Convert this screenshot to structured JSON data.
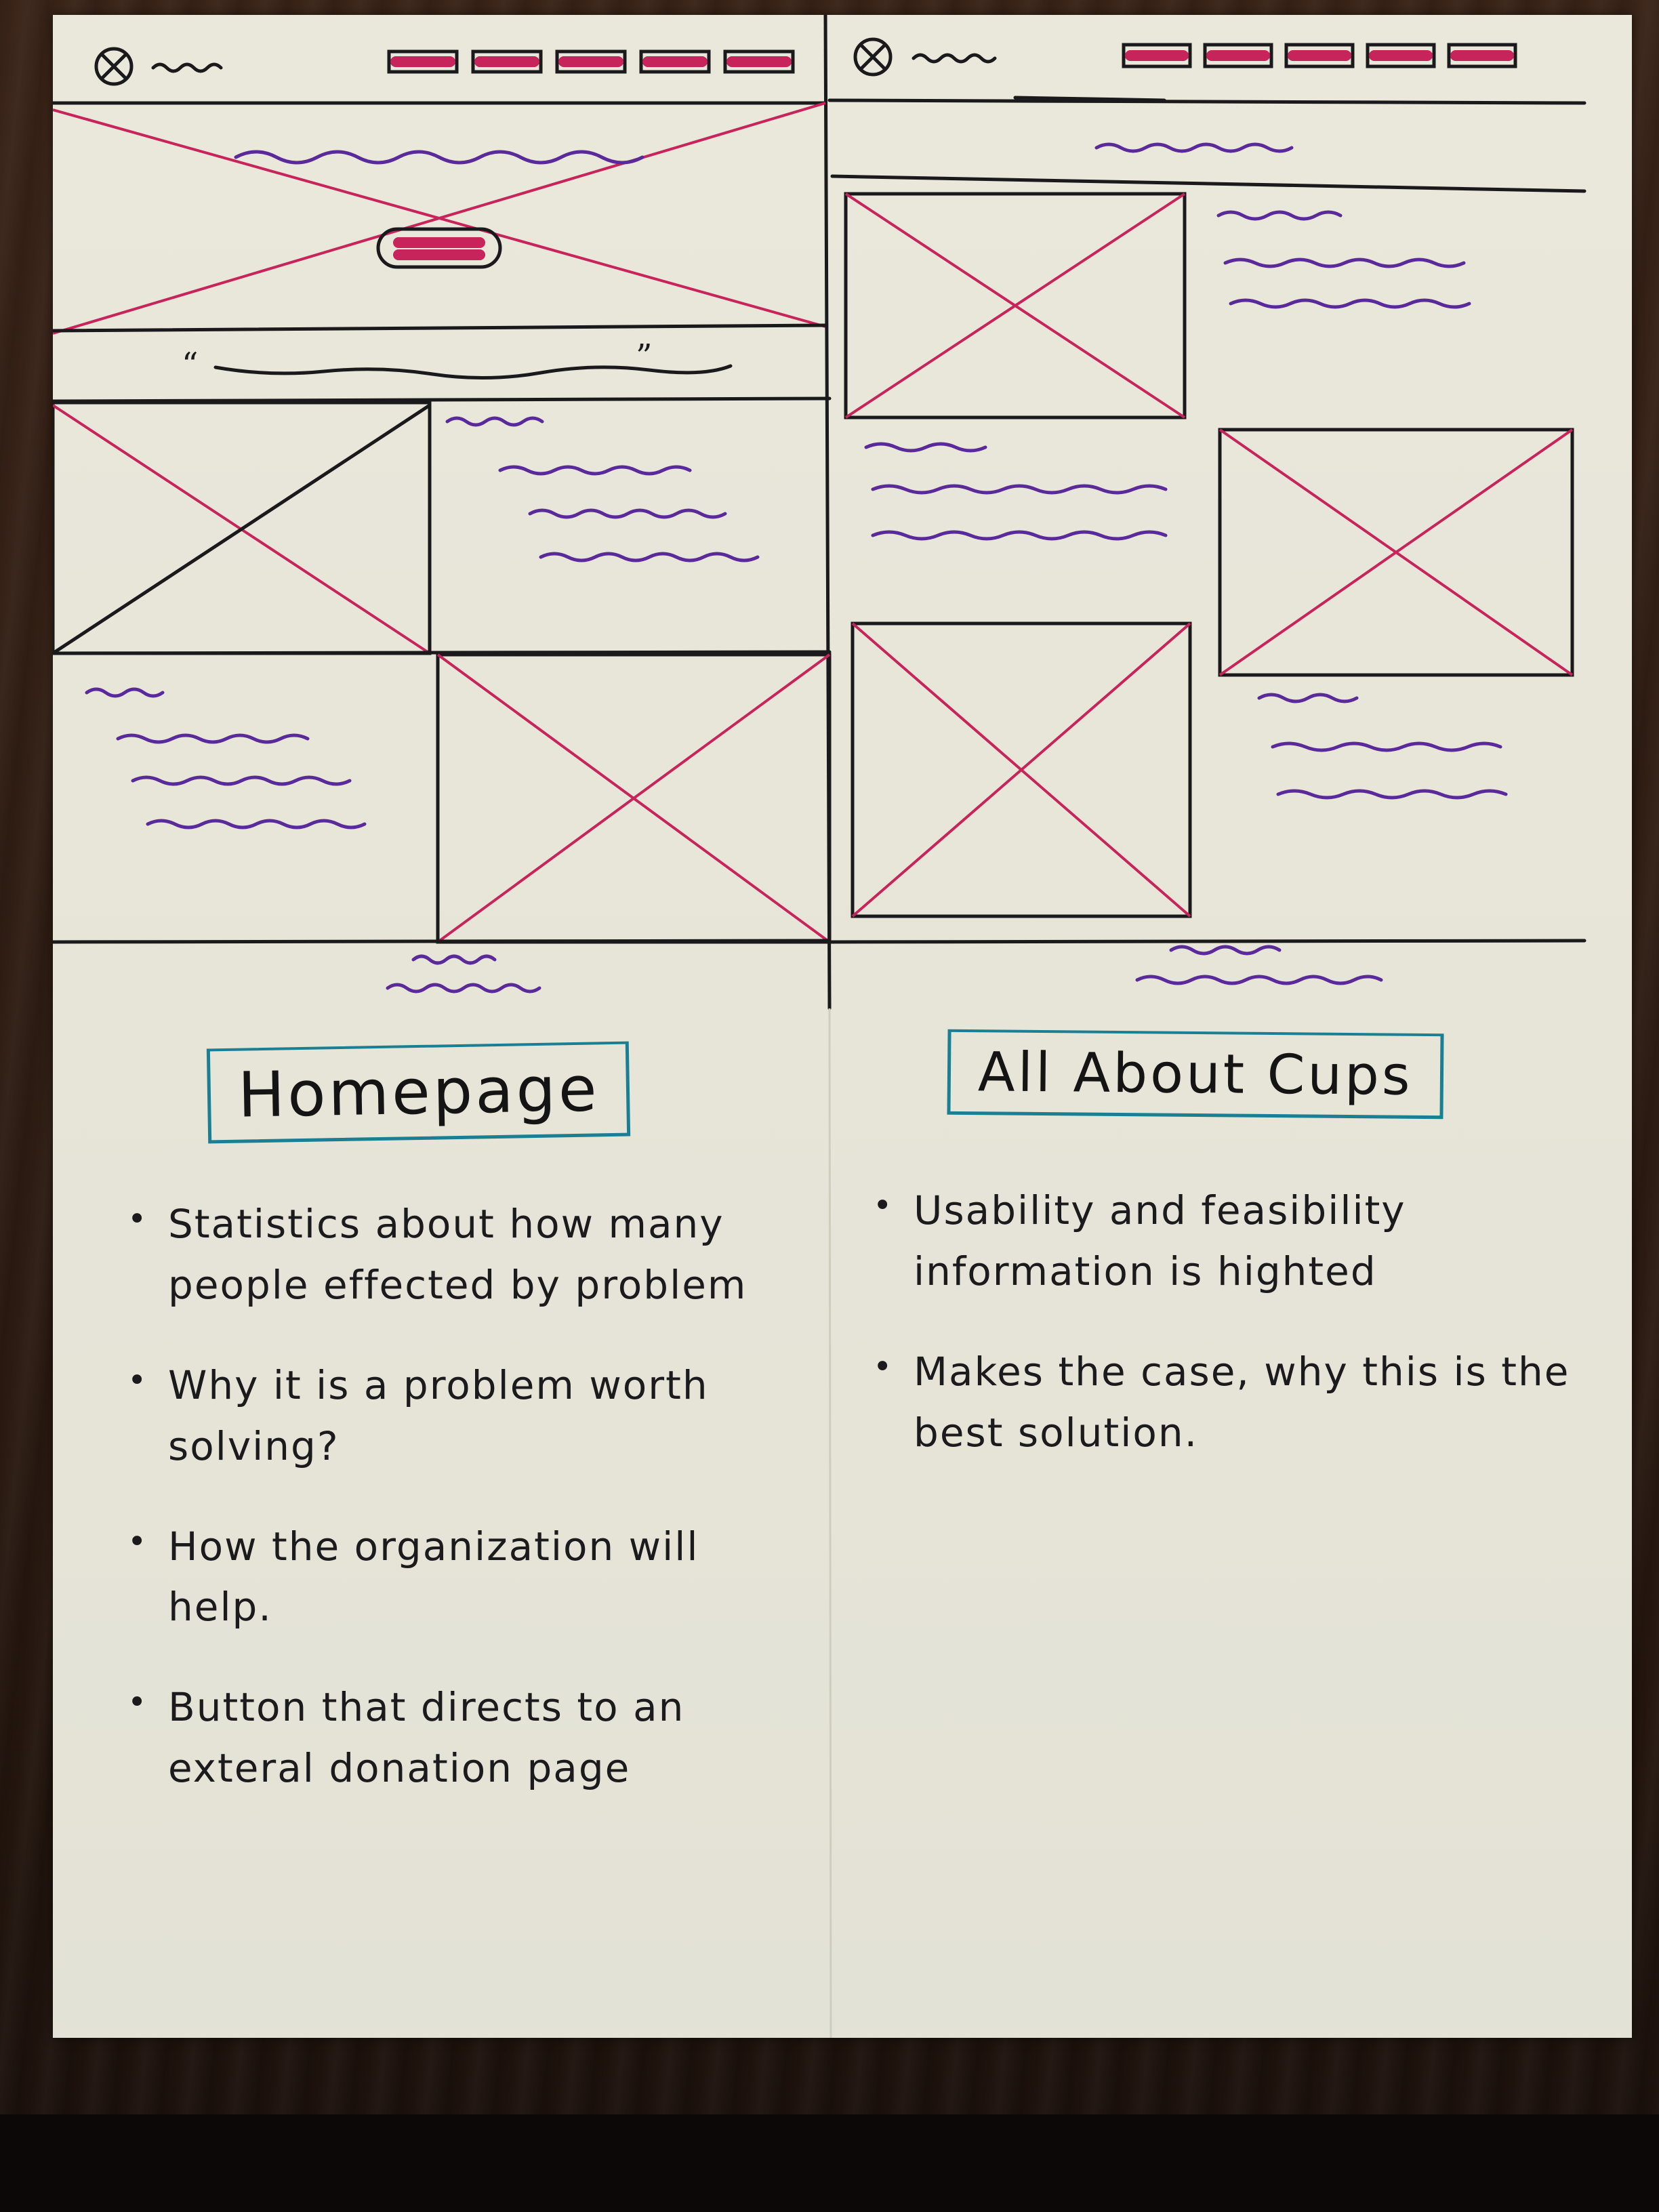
{
  "pages": [
    {
      "title": "Homepage",
      "bullets": [
        "Statistics about how many people effected by problem",
        "Why it is a problem worth solving?",
        "How the organization will help.",
        "Button that directs to an exteral donation page"
      ]
    },
    {
      "title": "All About Cups",
      "bullets": [
        "Usability and feasibility information is highted",
        "Makes the case, why this is the best solution."
      ]
    }
  ],
  "colors": {
    "ink": "#1b1b1e",
    "placeholder_x": "#c8245c",
    "squiggle": "#5a2a9a",
    "title_box": "#1b7f93",
    "paper": "#e8e6da",
    "wood": "#33201a"
  }
}
